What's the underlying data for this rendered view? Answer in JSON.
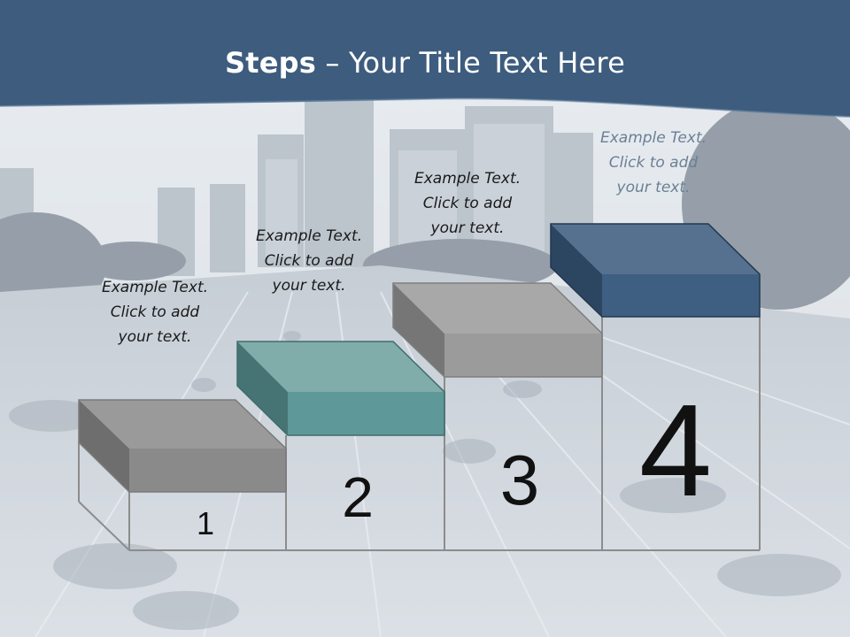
{
  "slide": {
    "title_bold": "Steps",
    "title_rest": " – Your Title Text Here",
    "colors": {
      "header": "#3d5c7e",
      "step1": "#8a8a8a",
      "step2": "#5e9898",
      "step3": "#9b9b9b",
      "step4": "#3e5f82",
      "caption_dark": "#1a1a1a",
      "caption_light": "#6b7f96"
    },
    "steps": [
      {
        "number": "1",
        "line1": "Example Text.",
        "line2": "Click  to add",
        "line3": "your text."
      },
      {
        "number": "2",
        "line1": "Example Text.",
        "line2": "Click  to add",
        "line3": "your text."
      },
      {
        "number": "3",
        "line1": "Example Text.",
        "line2": "Click  to add",
        "line3": "your text."
      },
      {
        "number": "4",
        "line1": "Example Text.",
        "line2": "Click  to add",
        "line3": "your text."
      }
    ]
  }
}
